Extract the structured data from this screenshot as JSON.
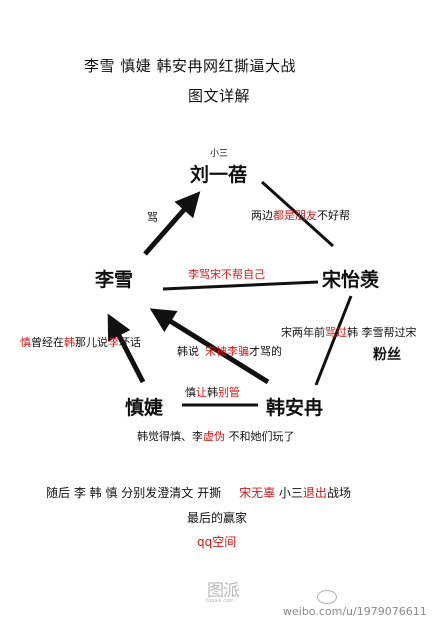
{
  "title": {
    "line1": "李雪  慎婕  韩安冉网红撕逼大战",
    "line2": "图文详解"
  },
  "nodes": {
    "liuyibei_tag": "小三",
    "liuyibei": "刘一蓓",
    "lixue": "李雪",
    "songyixian": "宋怡羡",
    "fensi": "粉丝",
    "shenjie": "慎婕",
    "hananran": "韩安冉"
  },
  "labels": {
    "ma": "骂",
    "liangbian": {
      "a": "两边",
      "b": "都是朋友",
      "c": "不好帮"
    },
    "lixue_song": "李骂宋不帮自己",
    "songliangnian": {
      "a": "宋两年前",
      "b": "骂过",
      "c": "韩  李雪帮过宋"
    },
    "shen_left": {
      "a": "慎",
      "b": "曾经在",
      "c": "韩",
      "d": "那儿说",
      "e": "李",
      "f": "坏话"
    },
    "han_shuo": {
      "a": "韩说",
      "b": "宋被李骗",
      "c": "才骂的"
    },
    "shen_rang": {
      "a": "慎",
      "b": "让",
      "c": "韩",
      "d": "别管"
    },
    "han_jue": {
      "a": "韩觉得慎、李",
      "b": "虚伪",
      "c": " 不和她们玩了"
    }
  },
  "bottom": {
    "line1": {
      "a": "随后  李 韩  慎 分别发澄清文  开撕",
      "b": "宋无辜",
      "c": "  小三",
      "d": "退出",
      "e": "战场"
    },
    "line2": "最后的赢家",
    "line3": "qq空间"
  },
  "watermark": {
    "logo": "图派",
    "logo_sub": "tupaik.com",
    "weibo": "weibo.com/u/1979076611"
  },
  "colors": {
    "accent_red": "#d01818",
    "ink": "#111111"
  }
}
